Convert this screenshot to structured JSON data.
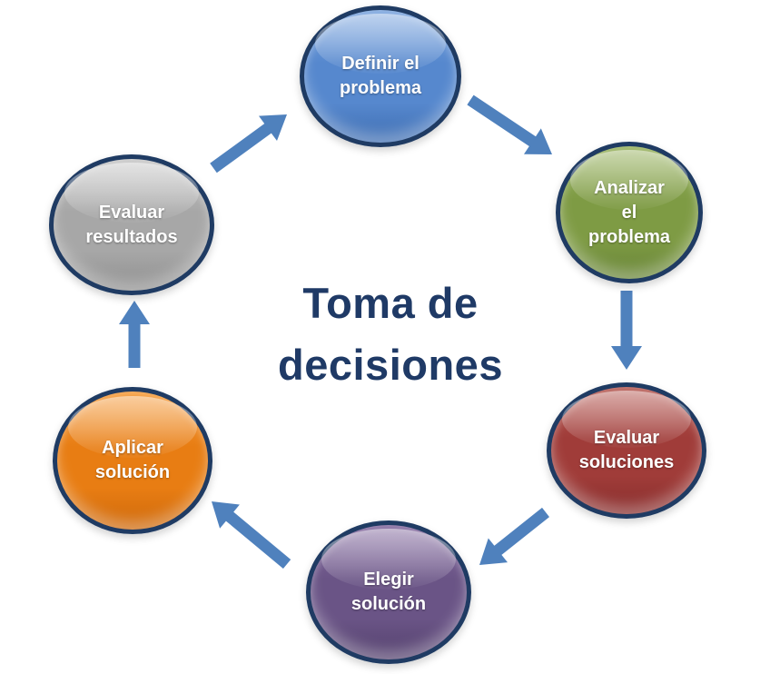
{
  "title": "Toma de\ndecisiones",
  "colors": {
    "background": "#FFFFFF",
    "arrow": "#4F81BD",
    "title": "#1F3A66",
    "node_border": "#1F3B63",
    "node_text": "#FFFFFF"
  },
  "nodes": [
    {
      "id": "definir-el-problema",
      "label": "Definir el\nproblema",
      "fill": "#5688CE",
      "fill_light": "#7EA7DF",
      "fill_dark": "#3F6EB2",
      "text_color": "#FFFFFF"
    },
    {
      "id": "analizar-el-problema",
      "label": "Analizar\nel\nproblema",
      "fill": "#7E9B44",
      "fill_light": "#99B360",
      "fill_dark": "#698538",
      "text_color": "#FFFFFF"
    },
    {
      "id": "evaluar-soluciones",
      "label": "Evaluar\nsoluciones",
      "fill": "#A03C39",
      "fill_light": "#B75C55",
      "fill_dark": "#882E2D",
      "text_color": "#FFFFFF"
    },
    {
      "id": "elegir-solucion",
      "label": "Elegir\nsolución",
      "fill": "#6A5486",
      "fill_light": "#856BA0",
      "fill_dark": "#55426E",
      "text_color": "#FFFFFF"
    },
    {
      "id": "aplicar-solucion",
      "label": "Aplicar\nsolución",
      "fill": "#E87D13",
      "fill_light": "#F59D3E",
      "fill_dark": "#CE690C",
      "text_color": "#FFFFFF"
    },
    {
      "id": "evaluar-resultados",
      "label": "Evaluar\nresultados",
      "fill": "#A7A7A7",
      "fill_light": "#C9C9C9",
      "fill_dark": "#909090",
      "text_color": "#FFFFFF"
    }
  ],
  "edges": [
    {
      "from": "definir-el-problema",
      "to": "analizar-el-problema"
    },
    {
      "from": "analizar-el-problema",
      "to": "evaluar-soluciones"
    },
    {
      "from": "evaluar-soluciones",
      "to": "elegir-solucion"
    },
    {
      "from": "elegir-solucion",
      "to": "aplicar-solucion"
    },
    {
      "from": "aplicar-solucion",
      "to": "evaluar-resultados"
    },
    {
      "from": "evaluar-resultados",
      "to": "definir-el-problema"
    }
  ]
}
